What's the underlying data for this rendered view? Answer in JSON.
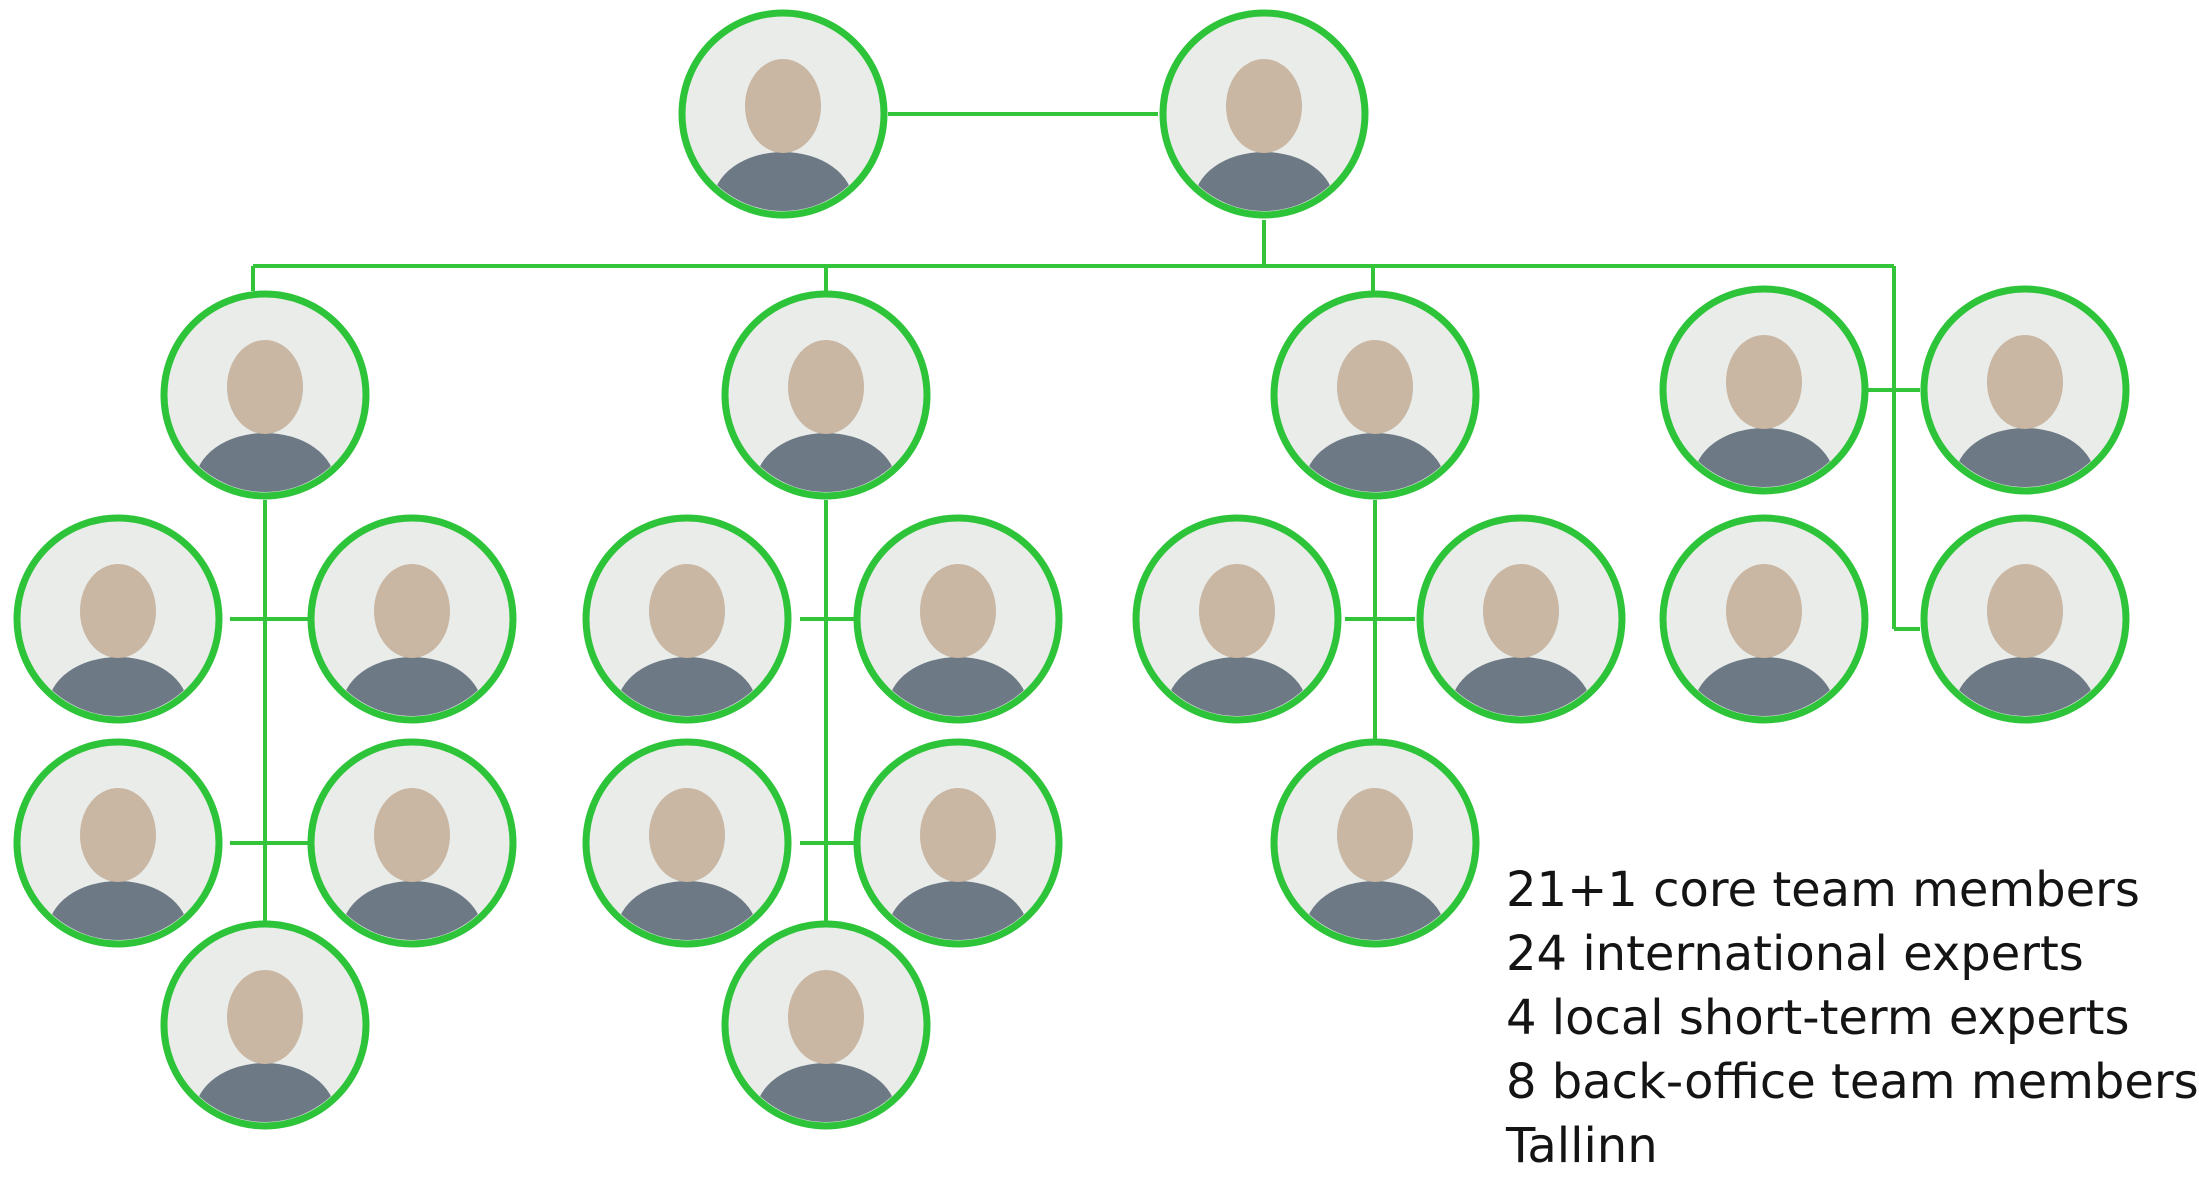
{
  "colors": {
    "accent": "#2ec43a",
    "text": "#141414",
    "background": "#ffffff"
  },
  "stats": [
    "21+1 core team members",
    "24 international experts",
    "4 local short-term experts",
    "8 back-office team members",
    "Tallinn"
  ]
}
